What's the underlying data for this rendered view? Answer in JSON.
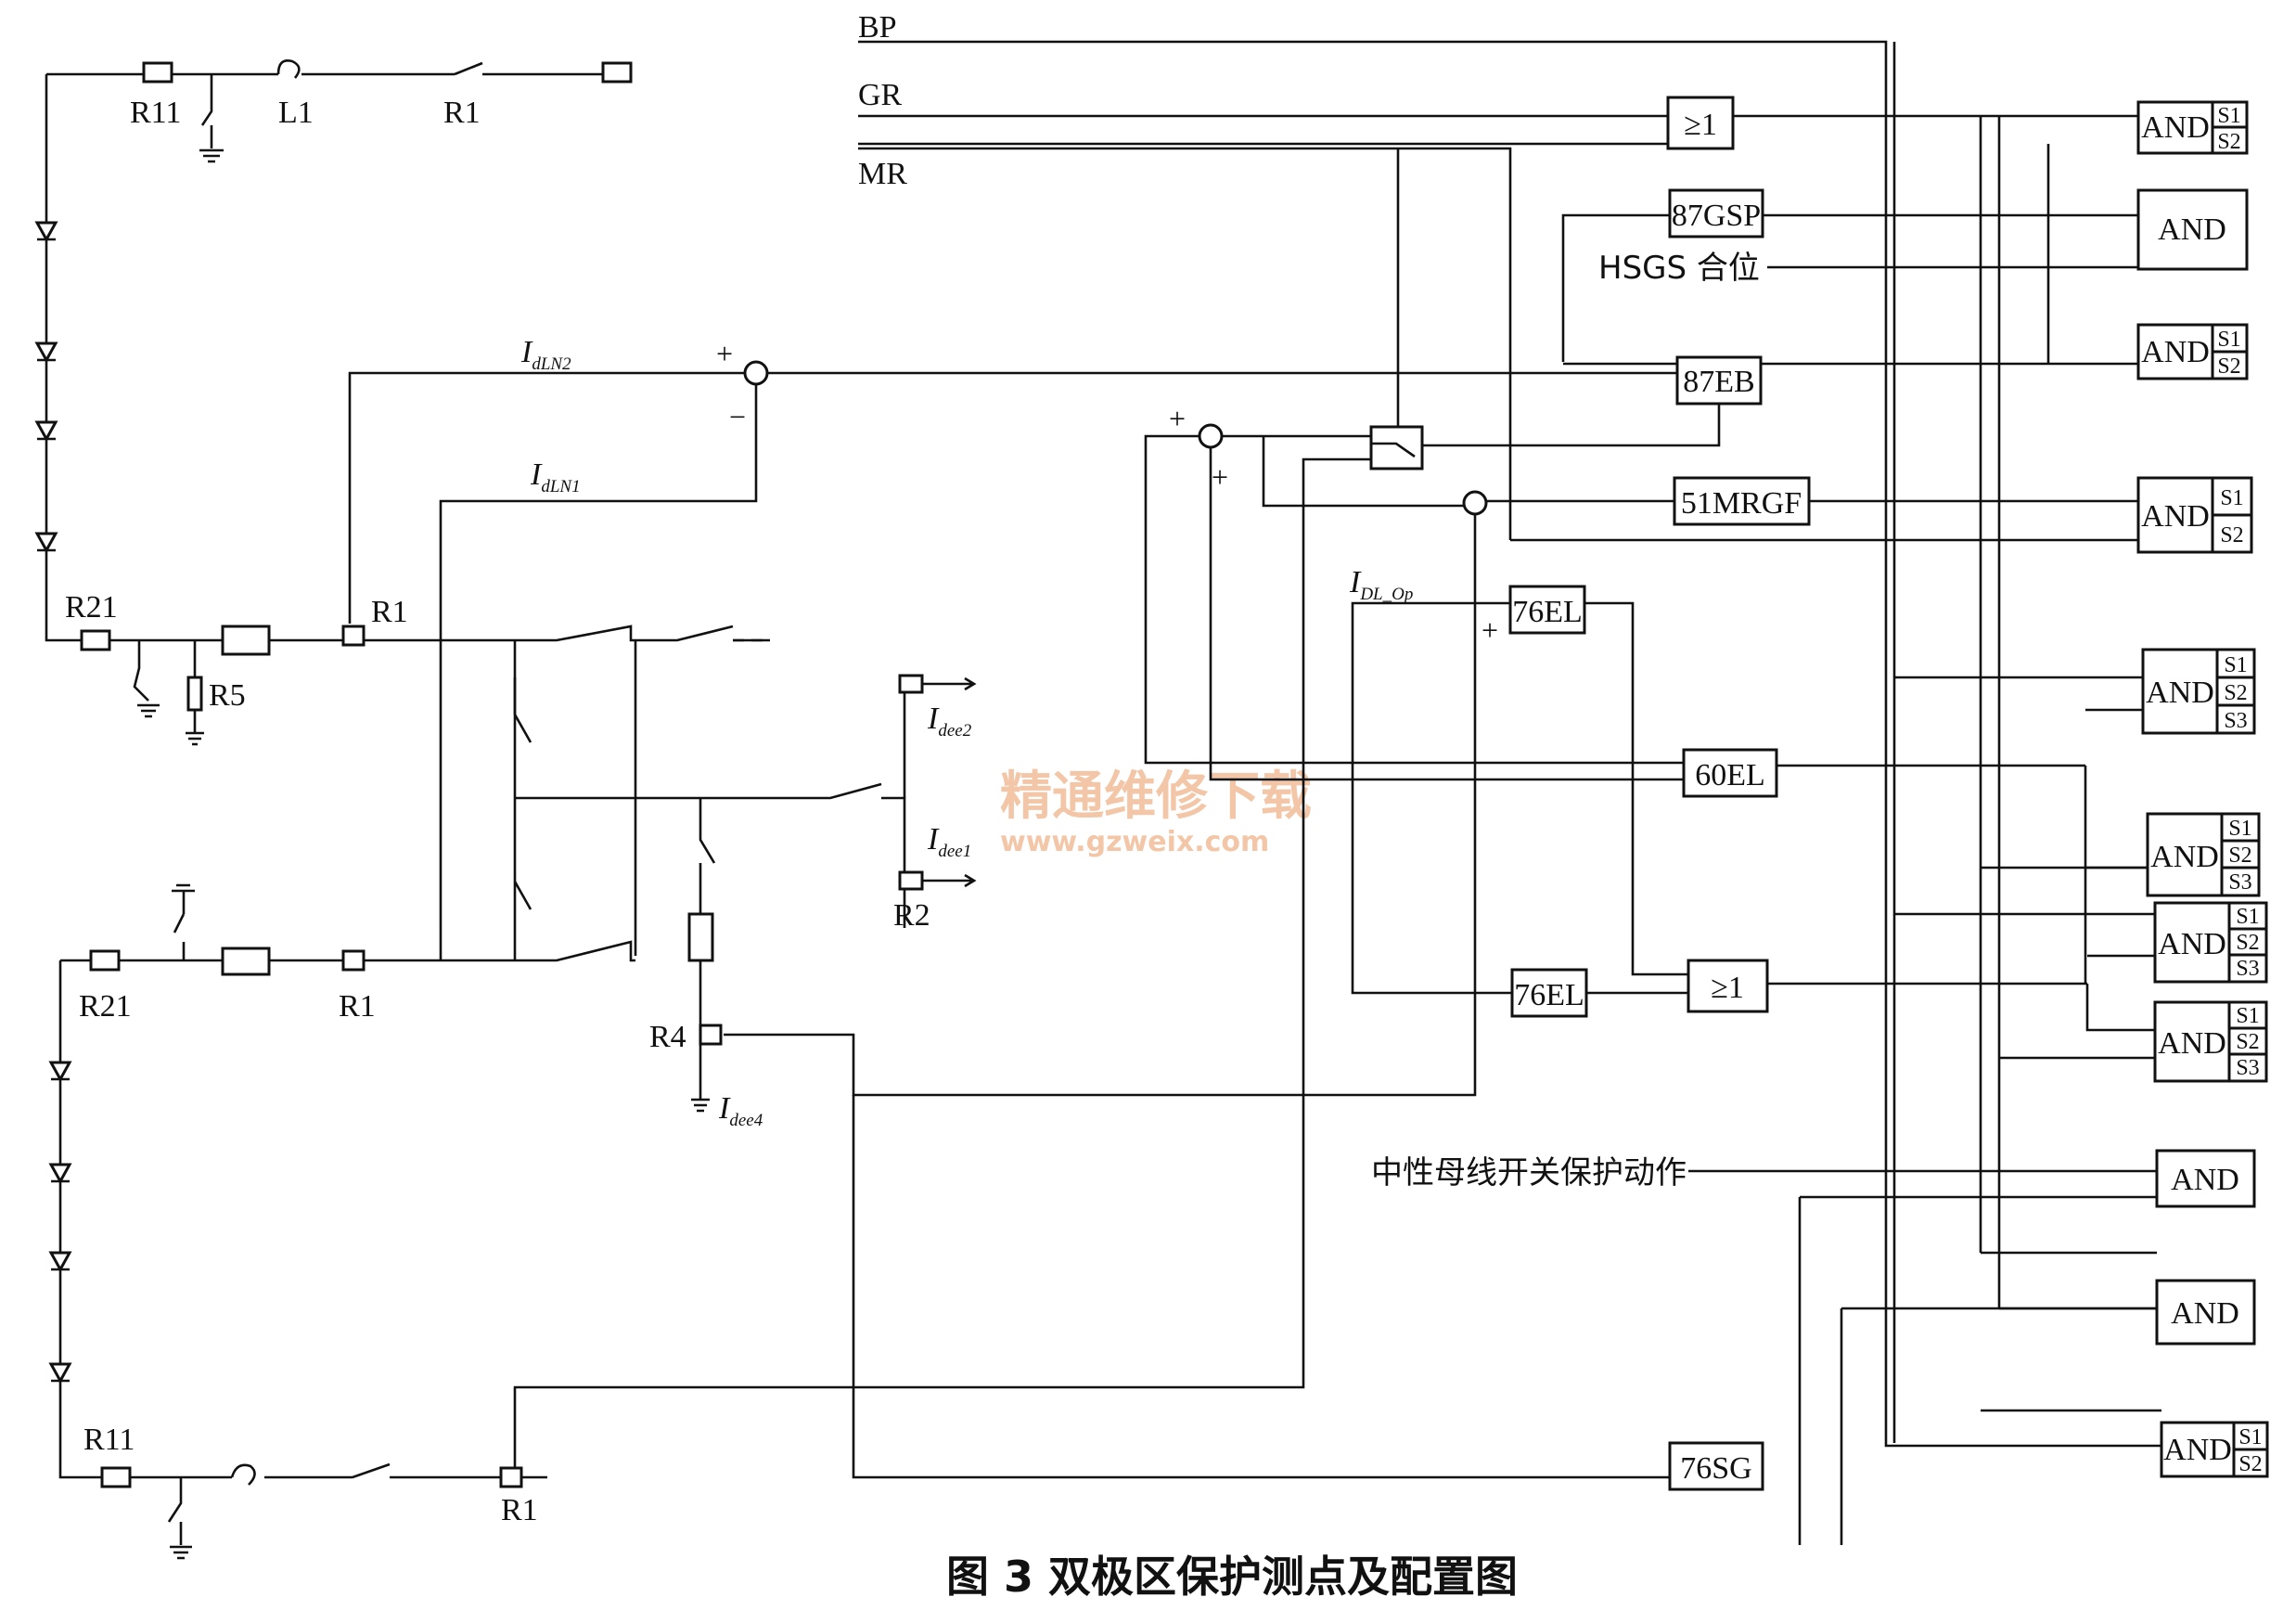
{
  "signals": {
    "bp": "BP",
    "gr": "GR",
    "mr": "MR"
  },
  "logic_blocks": {
    "or_top": "≥1",
    "or_bottom": "≥1",
    "gsp": "87GSP",
    "eb": "87EB",
    "mrgf": "51MRGF",
    "el_top": "76EL",
    "el_60": "60EL",
    "el_bottom": "76EL",
    "sg": "76SG",
    "and_label": "AND",
    "s1": "S1",
    "s2": "S2",
    "s3": "S3"
  },
  "inputs": {
    "hsgs": "HSGS 合位",
    "neutral_switch": "中性母线开关保护动作"
  },
  "equipment": {
    "r11": "R11",
    "l1": "L1",
    "r1": "R1",
    "r21": "R21",
    "r5": "R5",
    "r2": "R2",
    "r4": "R4"
  },
  "currents": {
    "i": "I",
    "dln2": "dLN2",
    "dln1": "dLN1",
    "dee2": "dee2",
    "dee1": "dee1",
    "dee4": "dee4",
    "dl_op": "DL_Op"
  },
  "signs": {
    "plus": "+",
    "minus": "−"
  },
  "caption": "图 3    双极区保护测点及配置图",
  "watermark": {
    "text": "精通维修下载",
    "url": "www.gzweix.com"
  }
}
